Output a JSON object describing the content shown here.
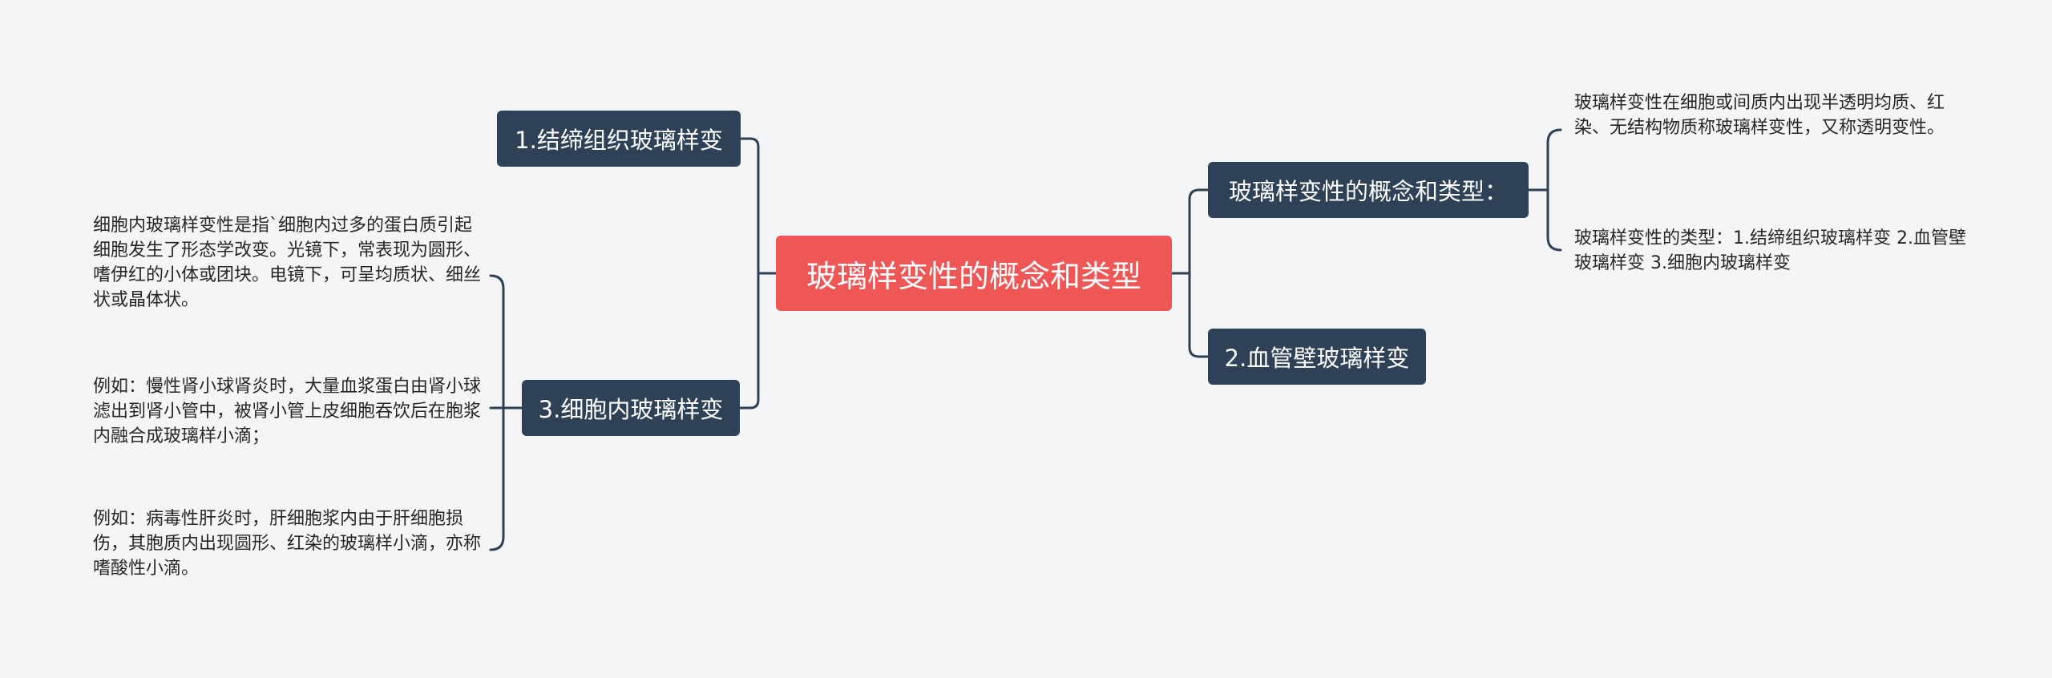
{
  "mindmap": {
    "root": "玻璃样变性的概念和类型",
    "left": {
      "branch_1": "1.结缔组织玻璃样变",
      "branch_3": "3.细胞内玻璃样变",
      "branch_3_children": [
        "细胞内玻璃样变性是指`细胞内过多的蛋白质引起细胞发生了形态学改变。光镜下，常表现为圆形、嗜伊红的小体或团块。电镜下，可呈均质状、细丝状或晶体状。",
        "例如：慢性肾小球肾炎时，大量血浆蛋白由肾小球滤出到肾小管中，被肾小管上皮细胞吞饮后在胞浆内融合成玻璃样小滴；",
        "例如：病毒性肝炎时，肝细胞浆内由于肝细胞损伤，其胞质内出现圆形、红染的玻璃样小滴，亦称嗜酸性小滴。"
      ]
    },
    "right": {
      "branch_concept": "玻璃样变性的概念和类型：",
      "branch_concept_children": [
        "玻璃样变性在细胞或间质内出现半透明均质、红染、无结构物质称玻璃样变性，又称透明变性。",
        "玻璃样变性的类型：1.结缔组织玻璃样变 2.血管壁玻璃样变 3.细胞内玻璃样变"
      ],
      "branch_2": "2.血管壁玻璃样变"
    }
  },
  "colors": {
    "background": "#f4f5f6",
    "root_fill": "#ef5656",
    "branch_fill": "#2e4157",
    "connector": "#2e4157",
    "leaf_text": "#262626"
  }
}
